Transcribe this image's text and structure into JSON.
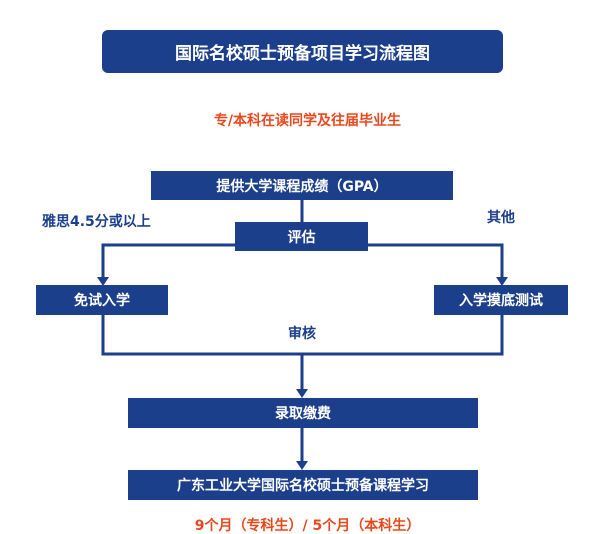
{
  "title": "国际名校硕士预备项目学习流程图",
  "audience": "专/本科在读同学及往届毕业生",
  "steps": {
    "gpa": "提供大学课程成绩（GPA）",
    "evaluate": "评估",
    "exempt": "免试入学",
    "test": "入学摸底测试",
    "admit": "录取缴费",
    "study": "广东工业大学国际名校硕士预备课程学习"
  },
  "labels": {
    "ielts": "雅思4.5分或以上",
    "other": "其他",
    "review": "审核"
  },
  "duration": "9个月（专科生）/ 5个月（本科生）",
  "colors": {
    "primary": "#1c3f8c",
    "accent": "#e8481c"
  }
}
